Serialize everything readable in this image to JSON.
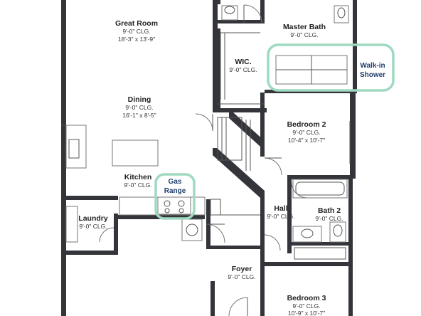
{
  "rooms": {
    "great_room": {
      "name": "Great Room",
      "ceiling": "9'-0\" CLG.",
      "size": "18'-3\" x 13'-9\""
    },
    "dining": {
      "name": "Dining",
      "ceiling": "9'-0\" CLG.",
      "size": "16'-1\" x 8'-5\""
    },
    "kitchen": {
      "name": "Kitchen",
      "ceiling": "9'-0\" CLG."
    },
    "laundry": {
      "name": "Laundry",
      "ceiling": "9'-0\" CLG."
    },
    "master_bath": {
      "name": "Master Bath",
      "ceiling": "9'-0\" CLG."
    },
    "wic": {
      "name": "WIC.",
      "ceiling": "9'-0\" CLG."
    },
    "bedroom2": {
      "name": "Bedroom 2",
      "ceiling": "9'-0\" CLG.",
      "size": "10'-4\" x 10'-7\""
    },
    "hall": {
      "name": "Hall",
      "ceiling": "9'-0\" CLG."
    },
    "bath2": {
      "name": "Bath 2",
      "ceiling": "9'-0\" CLG."
    },
    "foyer": {
      "name": "Foyer",
      "ceiling": "9'-0\" CLG."
    },
    "bedroom3": {
      "name": "Bedroom 3",
      "ceiling": "9'-0\" CLG.",
      "size": "10'-9\" x 10'-7\""
    }
  },
  "callouts": {
    "walk_in_shower": {
      "line1": "Walk-in",
      "line2": "Shower",
      "color": "#9fd9c0"
    },
    "gas_range": {
      "line1": "Gas",
      "line2": "Range",
      "color": "#9fd9c0"
    }
  },
  "colors": {
    "wall": "#33353a",
    "highlight": "#9fd9c0",
    "callout_text": "#1f3f6e"
  }
}
